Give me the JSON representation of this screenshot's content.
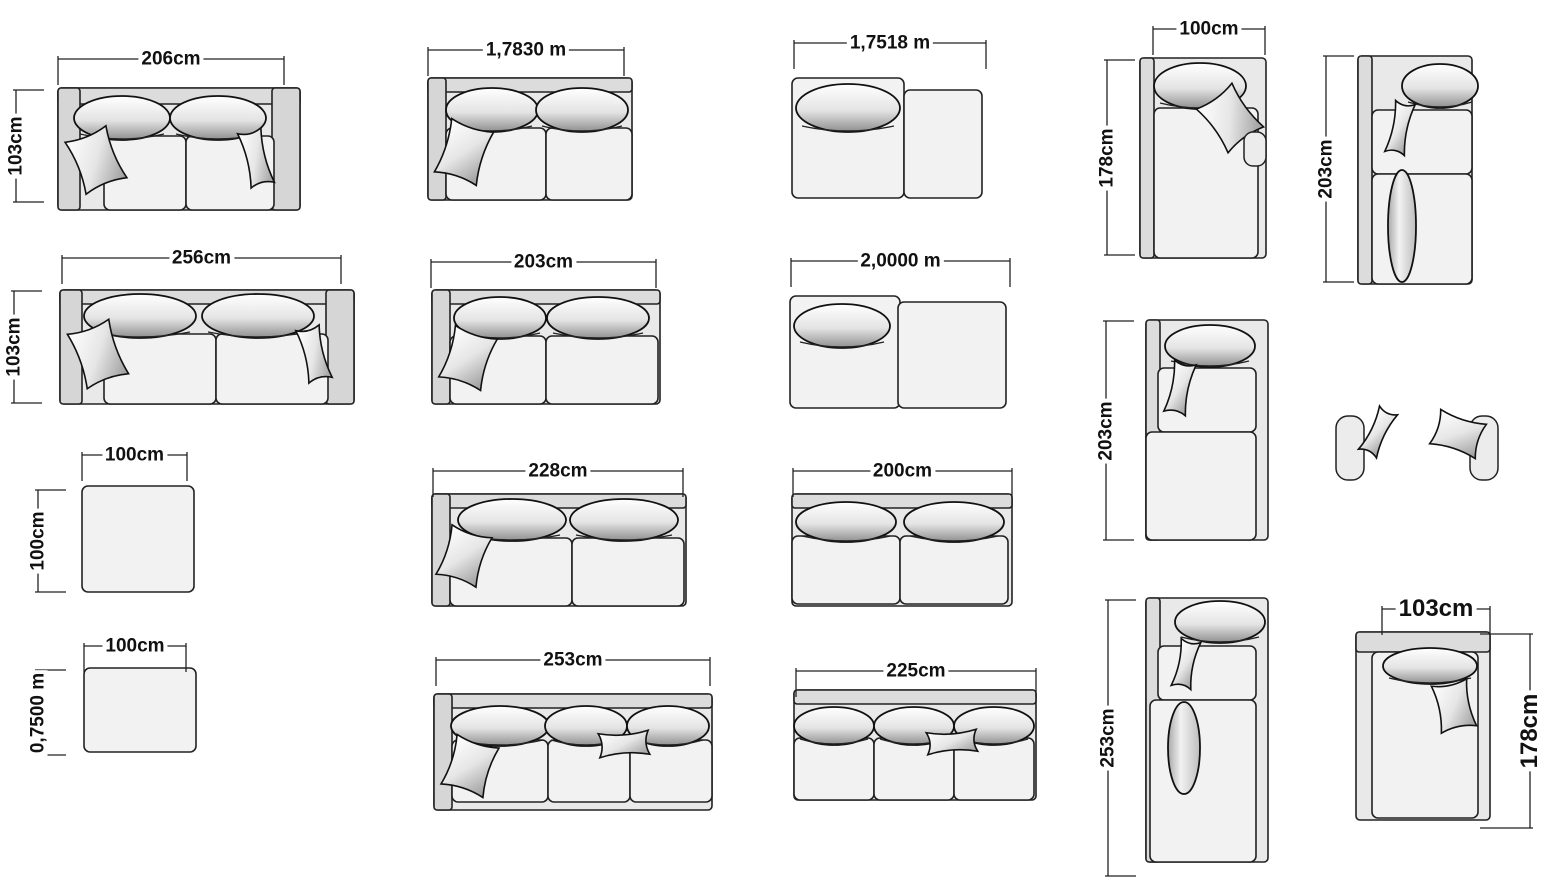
{
  "figure": {
    "labels": {
      "sofa-206-width": "206cm",
      "sofa-206-depth": "103cm",
      "sofa-256-width": "256cm",
      "sofa-256-depth": "103cm",
      "pouf-100-width": "100cm",
      "pouf-100-depth": "100cm",
      "pouf-075-width": "100cm",
      "pouf-075-depth": "0,7500 m",
      "sofa-1783-width": "1,7830 m",
      "sofa-203-width": "203cm",
      "sofa-228-width": "228cm",
      "sofa-253-width": "253cm",
      "sofa-17518-width": "1,7518 m",
      "sofa-20000-width": "2,0000 m",
      "sofa-200-width": "200cm",
      "sofa-225-width": "225cm",
      "chaise-178-width": "100cm",
      "chaise-178-depth": "178cm",
      "chaise-203a-depth": "203cm",
      "chaise-203b-depth": "203cm",
      "chaise-253-depth": "253cm",
      "chaise-178b-width": "103cm",
      "chaise-178b-depth": "178cm"
    }
  }
}
